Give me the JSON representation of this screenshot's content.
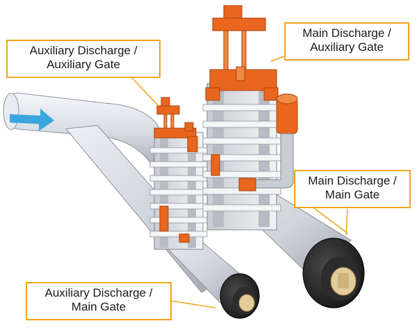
{
  "colors": {
    "callout_border": "#f0a21e",
    "gate_orange": "#e8661e",
    "pipe": "#d9dde4",
    "flow_arrow": "#3aa6e0",
    "cap_black": "#1c1c1c",
    "valve_core": "#e3cc9a"
  },
  "icons": {
    "flow": "flow-arrow-icon"
  },
  "callouts": {
    "aux_discharge_aux_gate": {
      "line1": "Auxiliary Discharge /",
      "line2": "Auxiliary Gate"
    },
    "main_discharge_aux_gate": {
      "line1": "Main Discharge /",
      "line2": "Auxiliary Gate"
    },
    "main_discharge_main_gate": {
      "line1": "Main Discharge /",
      "line2": "Main Gate"
    },
    "aux_discharge_main_gate": {
      "line1": "Auxiliary Discharge /",
      "line2": "Main Gate"
    }
  }
}
